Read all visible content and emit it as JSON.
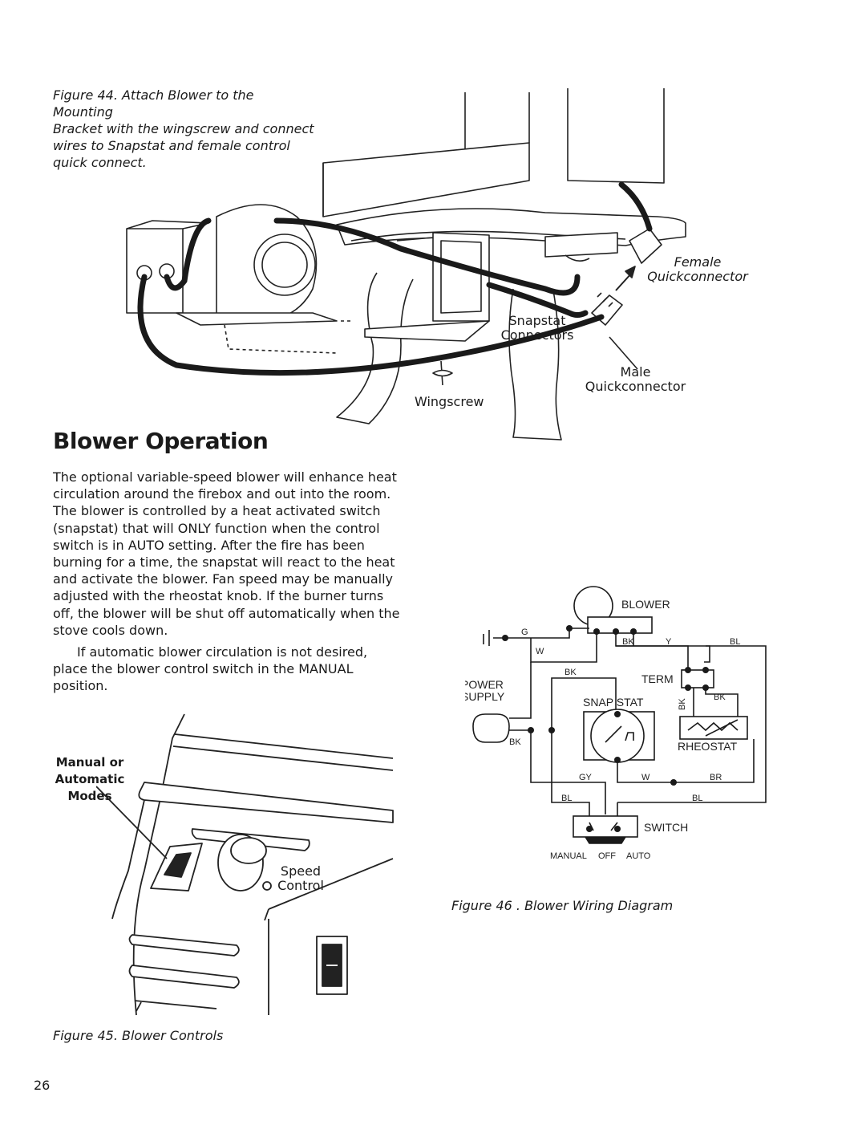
{
  "fig44": {
    "caption_lines": [
      "Figure 44. Attach Blower to the Mounting",
      "Bracket with the wingscrew and connect",
      "wires to Snapstat and female control",
      "quick connect."
    ],
    "label_female_1": "Female",
    "label_female_2": "Quickconnector",
    "label_snapstat_1": "Snapstat",
    "label_snapstat_2": "Connectors",
    "label_male_1": "Male",
    "label_male_2": "Quickconnector",
    "label_wingscrew": "Wingscrew"
  },
  "section": {
    "heading": "Blower Operation",
    "paragraph1": "The optional variable-speed blower will enhance heat circulation around the firebox and out into the room. The blower is controlled by a heat activated switch (snapstat) that will ONLY function when the control switch is in AUTO setting. After the fire has been burning for a time, the snapstat will react to the heat and activate the blower. Fan speed may be manually adjusted with the rheostat knob. If the burner turns off, the blower will be shut off automatically when the stove cools down.",
    "paragraph2": "If automatic blower circulation is not desired, place the blower control switch in the MANUAL position."
  },
  "fig45": {
    "label_modes_1": "Manual or",
    "label_modes_2": "Automatic",
    "label_modes_3": "Modes",
    "label_speed_1": "Speed",
    "label_speed_2": "Control",
    "caption": "Figure 45.  Blower Controls"
  },
  "fig46": {
    "blower": "BLOWER",
    "power_1": "POWER",
    "power_2": "SUPPLY",
    "term": "TERM",
    "snapstat": "SNAP STAT",
    "rheostat": "RHEOSTAT",
    "switch": "SWITCH",
    "manual": "MANUAL",
    "off": "OFF",
    "auto": "AUTO",
    "wire_g": "G",
    "wire_w1": "W",
    "wire_bk1": "BK",
    "wire_y": "Y",
    "wire_bl1": "BL",
    "wire_bk2": "BK",
    "wire_bk3": "BK",
    "wire_bk4": "BK",
    "wire_bk5": "BK",
    "wire_gy": "GY",
    "wire_w2": "W",
    "wire_br": "BR",
    "wire_bl2": "BL",
    "wire_bl3": "BL",
    "caption": "Figure 46 . Blower Wiring Diagram"
  },
  "page_number": "26"
}
